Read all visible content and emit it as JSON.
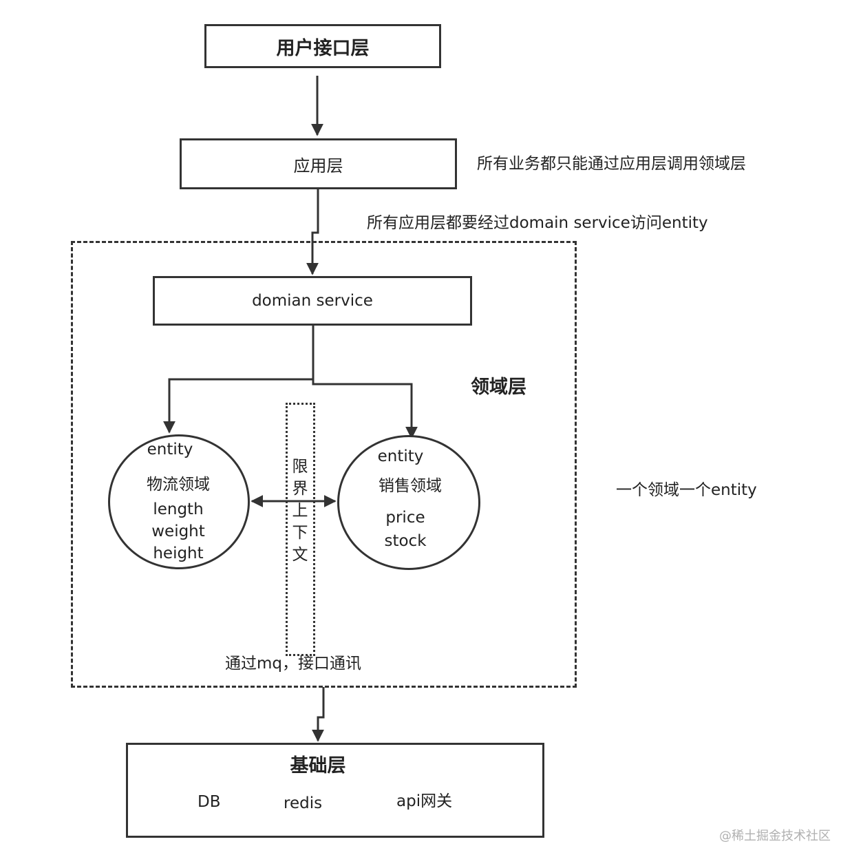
{
  "layers": {
    "user_interface": "用户接口层",
    "application": "应用层",
    "domain_service": "domian service",
    "domain_layer": "领域层",
    "infrastructure": "基础层"
  },
  "notes": {
    "app_calls_domain": "所有业务都只能通过应用层调用领域层",
    "app_via_domain_service": "所有应用层都要经过domain service访问entity",
    "one_domain_one_entity": "一个领域一个entity",
    "communication": "通过mq，接口通讯"
  },
  "logistics": {
    "entity": "entity",
    "name": "物流领域",
    "fields": [
      "length",
      "weight",
      "height"
    ]
  },
  "sales": {
    "entity": "entity",
    "name": "销售领域",
    "fields": [
      "price",
      "stock"
    ]
  },
  "bounded_context": [
    "限",
    "界",
    "上",
    "下",
    "文"
  ],
  "infra_items": [
    "DB",
    "redis",
    "api网关"
  ],
  "watermark": "@稀土掘金技术社区",
  "colors": {
    "stroke": "#333333",
    "text": "#222222",
    "watermark": "#b0b0b0"
  }
}
